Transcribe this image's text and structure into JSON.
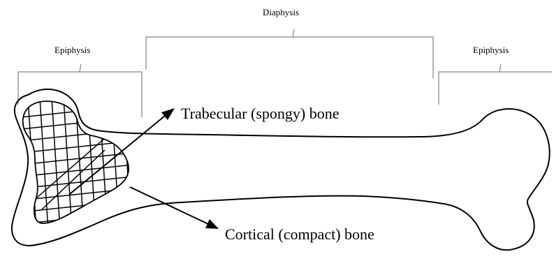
{
  "labels": {
    "diaphysis": "Diaphysis",
    "epiphysis_left": "Epiphysis",
    "epiphysis_right": "Epiphysis",
    "trabecular": "Trabecular (spongy) bone",
    "cortical": "Cortical (compact) bone"
  },
  "colors": {
    "ink": "#000000",
    "bracket": "#9a9a9a",
    "background": "#ffffff"
  }
}
